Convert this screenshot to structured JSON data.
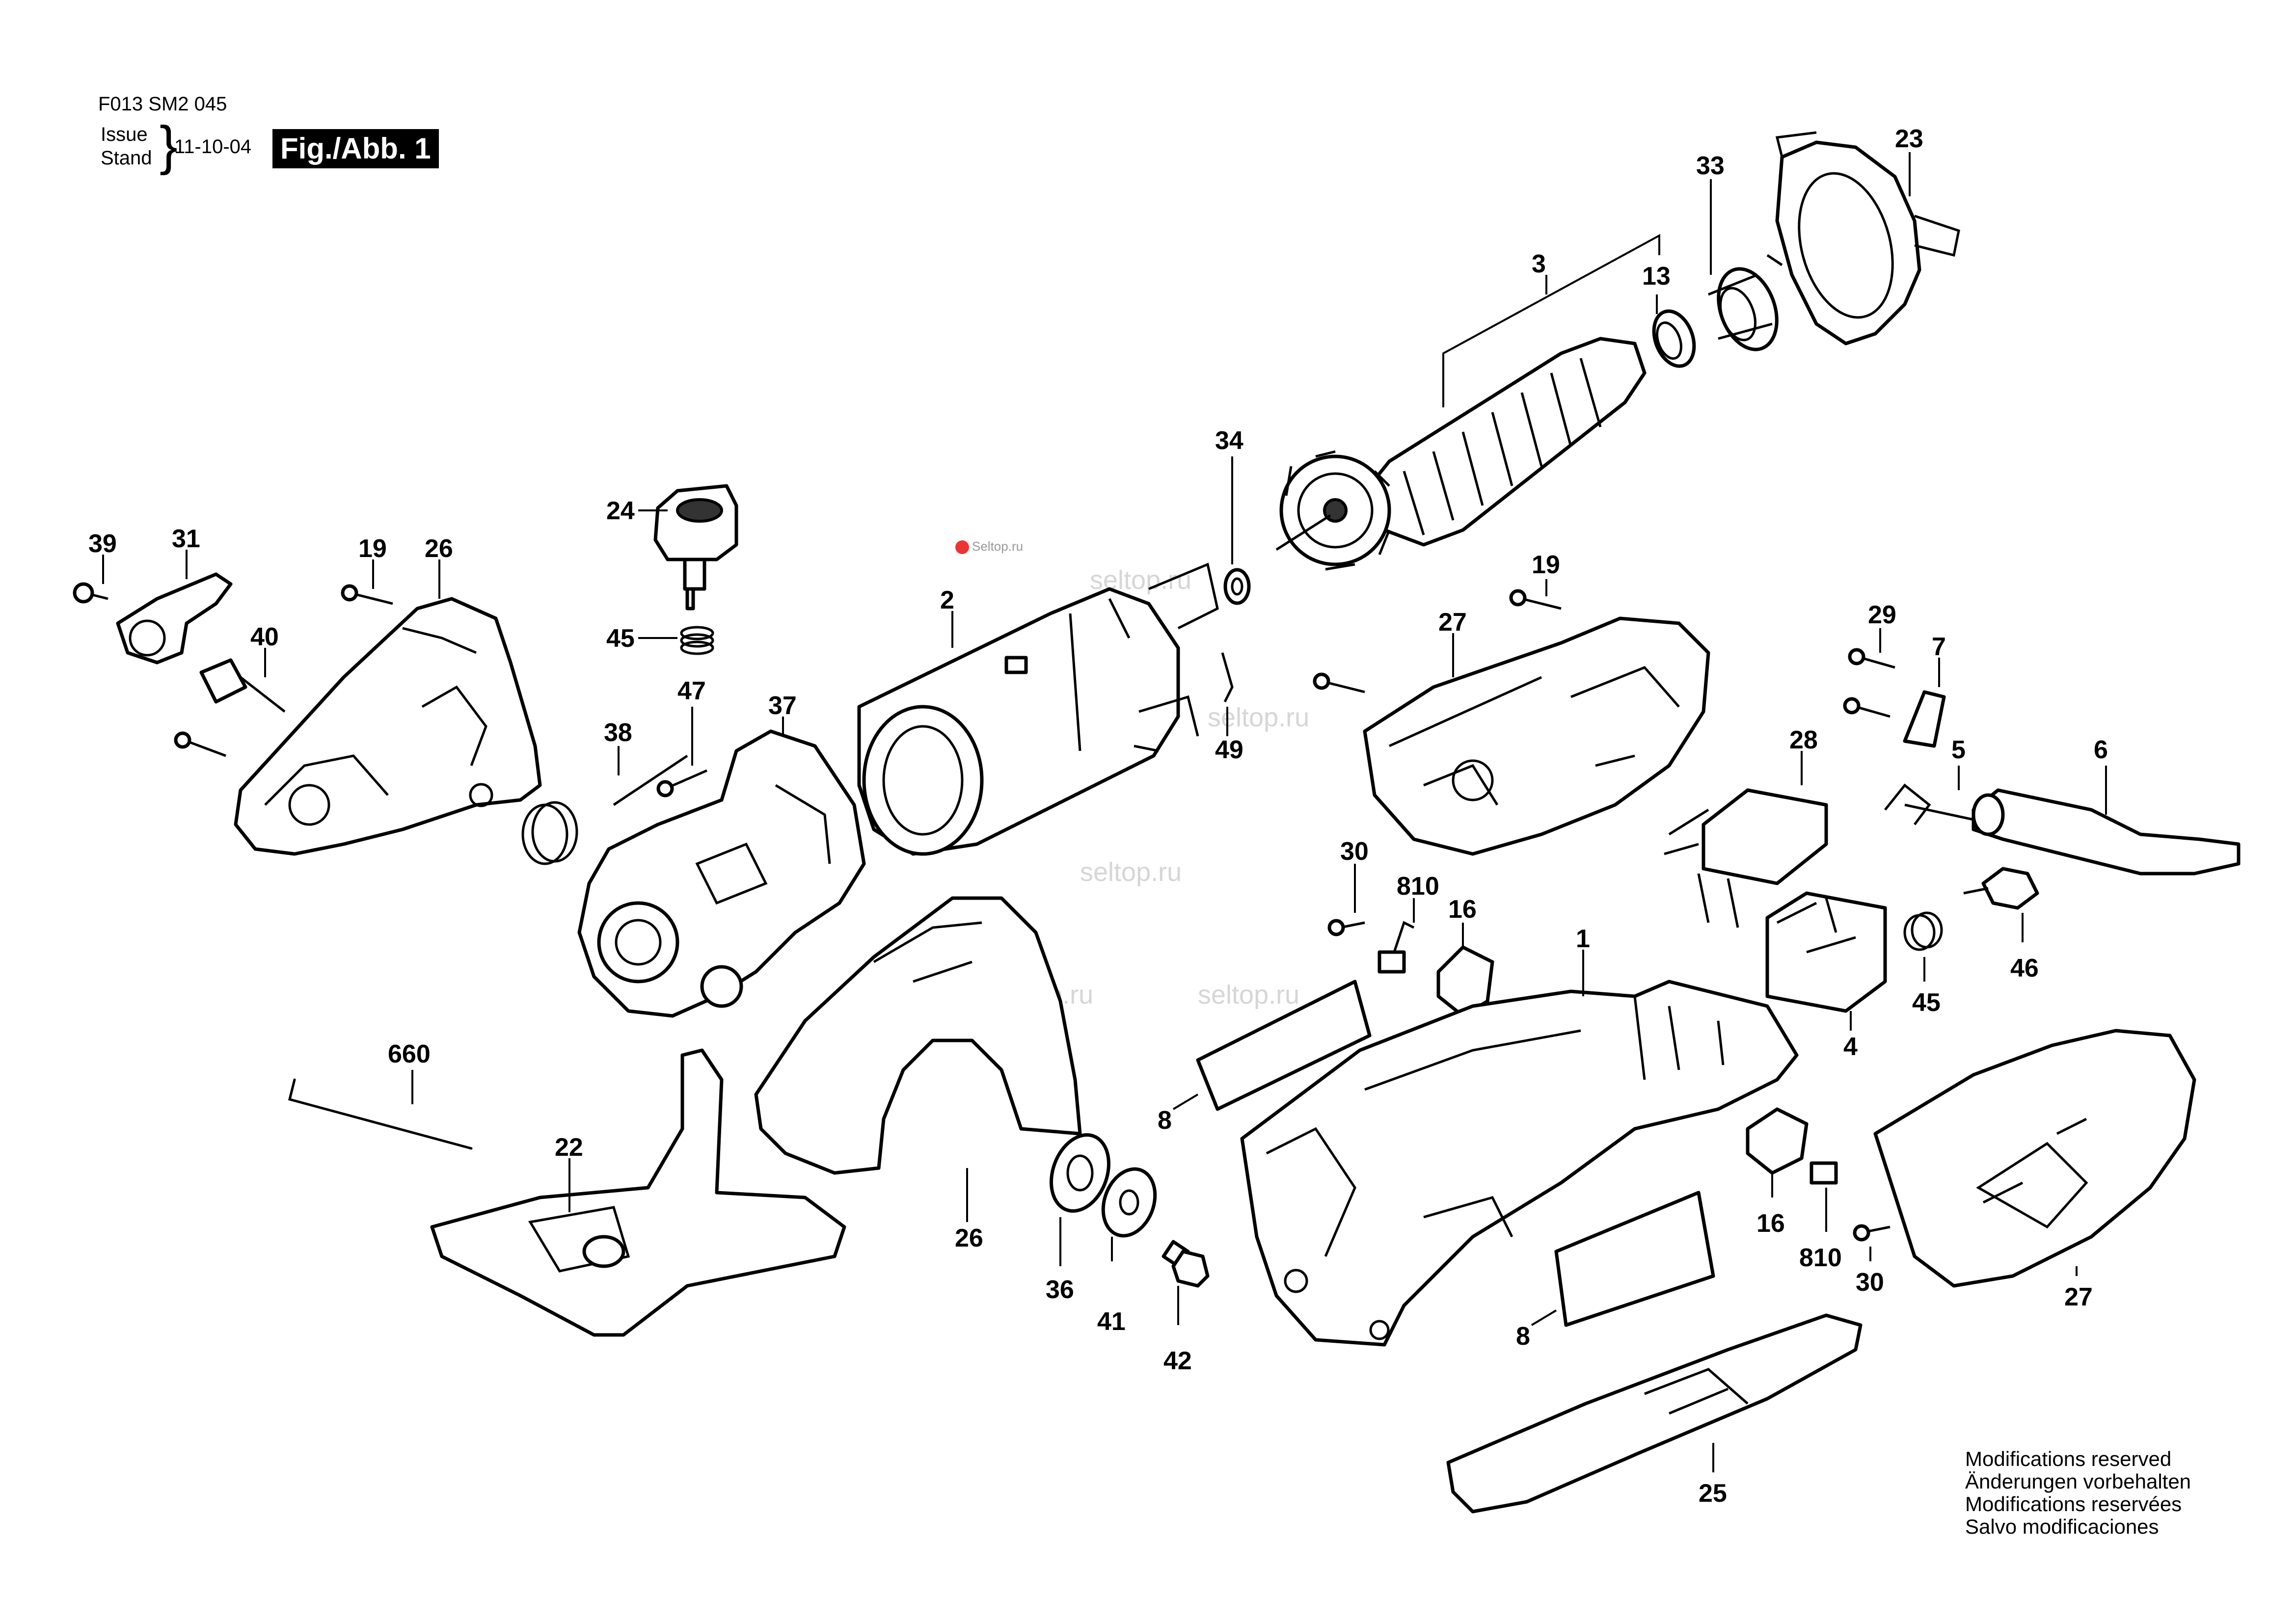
{
  "header": {
    "code": "F013 SM2 045",
    "issue_label": "Issue",
    "stand_label": "Stand",
    "date": "11-10-04",
    "figure": "Fig./Abb. 1"
  },
  "notes": [
    "Modifications reserved",
    "Änderungen vorbehalten",
    "Modifications reservées",
    "Salvo modificaciones"
  ],
  "watermark": {
    "logo_text": "Seltop.ru",
    "text": "seltop.ru"
  },
  "callouts": {
    "p1": "1",
    "p2": "2",
    "p3": "3",
    "p4": "4",
    "p5": "5",
    "p6": "6",
    "p7": "7",
    "p8a": "8",
    "p8b": "8",
    "p13": "13",
    "p16a": "16",
    "p16b": "16",
    "p19a": "19",
    "p19b": "19",
    "p22": "22",
    "p23": "23",
    "p24": "24",
    "p25": "25",
    "p26a": "26",
    "p26b": "26",
    "p27a": "27",
    "p27b": "27",
    "p28": "28",
    "p29": "29",
    "p30a": "30",
    "p30b": "30",
    "p31": "31",
    "p33": "33",
    "p34": "34",
    "p36": "36",
    "p37": "37",
    "p38": "38",
    "p39": "39",
    "p40": "40",
    "p41": "41",
    "p42": "42",
    "p45a": "45",
    "p45b": "45",
    "p46": "46",
    "p47": "47",
    "p49": "49",
    "p660": "660",
    "p810a": "810",
    "p810b": "810"
  }
}
